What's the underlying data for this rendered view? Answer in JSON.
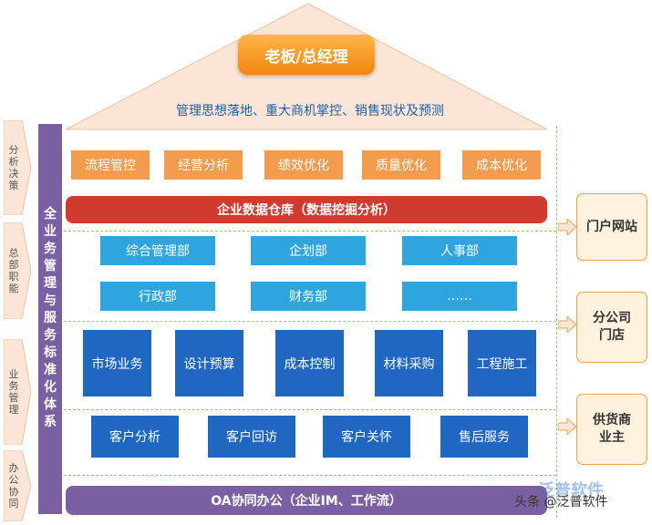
{
  "roof": {
    "boss_label": "老板/总经理",
    "subtitle": "管理思想落地、重大商机掌控、销售现状及预测"
  },
  "left_labels": {
    "analysis": [
      "分",
      "析",
      "决",
      "策"
    ],
    "departments": [
      "总",
      "部",
      "职",
      "能"
    ],
    "business": [
      "业",
      "务",
      "管",
      "理"
    ],
    "office": [
      "办",
      "公",
      "协",
      "同"
    ]
  },
  "vertical_bar": [
    "全",
    "业",
    "务",
    "管",
    "理",
    "与",
    "服",
    "务",
    "标",
    "准",
    "化",
    "体",
    "系"
  ],
  "decision_items": [
    "流程管控",
    "经营分析",
    "绩效优化",
    "质量优化",
    "成本优化"
  ],
  "data_warehouse": "企业数据仓库（数据挖掘分析）",
  "dept_row1": [
    "综合管理部",
    "企划部",
    "人事部"
  ],
  "dept_row2": [
    "行政部",
    "财务部",
    "……"
  ],
  "business_row1": [
    "市场业务",
    "设计预算",
    "成本控制",
    "材料采购",
    "工程施工"
  ],
  "business_row2": [
    "客户分析",
    "客户回访",
    "客户关怀",
    "售后服务"
  ],
  "oa_bar": "OA协同办公（企业IM、工作流）",
  "right_boxes": [
    "门户网站",
    "分公司\n门店",
    "供货商\n业主"
  ],
  "watermark": {
    "caption": "头条 @泛普软件",
    "logo_text": "泛普软件"
  },
  "colors": {
    "roof_fill": "#fbe5d6",
    "boss": "#f0860f",
    "orange_box": "#f39c4e",
    "red_bar": "#d13a2f",
    "light_blue_box": "#2fa5e0",
    "dark_blue_box": "#2067c2",
    "purple": "#7b5fa3",
    "subtitle_text": "#1f5fa8"
  }
}
